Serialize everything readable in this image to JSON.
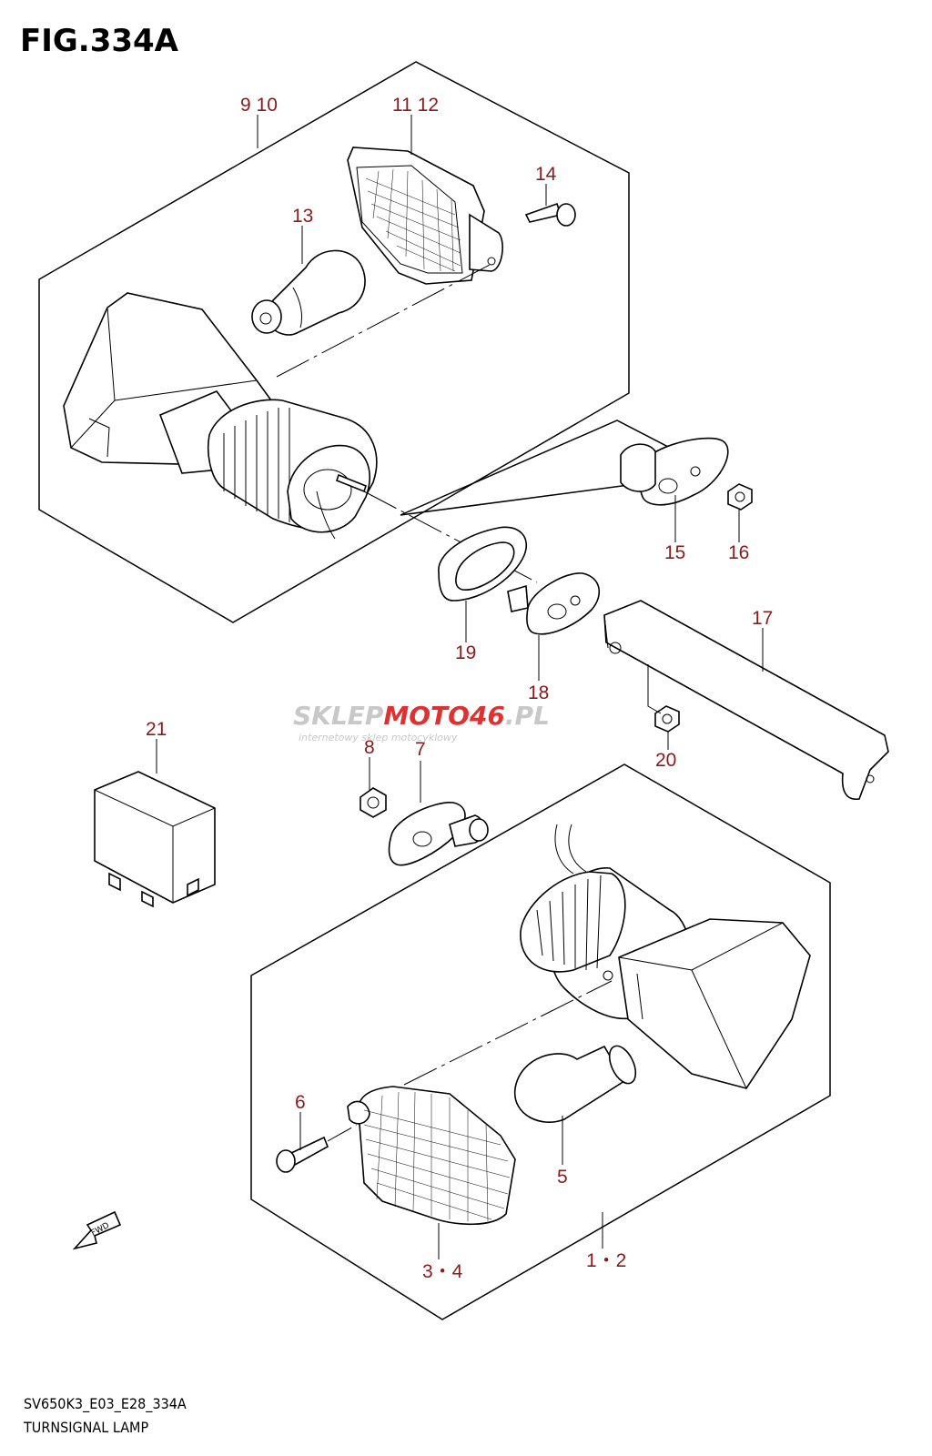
{
  "figure": {
    "title": "FIG.334A",
    "model_code": "SV650K3_E03_E28_334A",
    "name": "TURNSIGNAL LAMP"
  },
  "watermark": {
    "brand_left": "SKLEP",
    "brand_mid": "MOTO",
    "brand_num": "46",
    "brand_right": ".PL",
    "tagline": "internetowy sklep motocyklowy"
  },
  "direction_label": "FWD",
  "callouts": {
    "c_9_10": "9 10",
    "c_11_12": "11 12",
    "c_13": "13",
    "c_14": "14",
    "c_15": "15",
    "c_16": "16",
    "c_17": "17",
    "c_18": "18",
    "c_19": "19",
    "c_20": "20",
    "c_21": "21",
    "c_8": "8",
    "c_7": "7",
    "c_6": "6",
    "c_5": "5",
    "c_3_4": "3・4",
    "c_1_2": "1・2"
  },
  "colors": {
    "callout": "#8b1a1a",
    "watermark_grey": "#c8c8c8",
    "watermark_red": "#e03030"
  }
}
